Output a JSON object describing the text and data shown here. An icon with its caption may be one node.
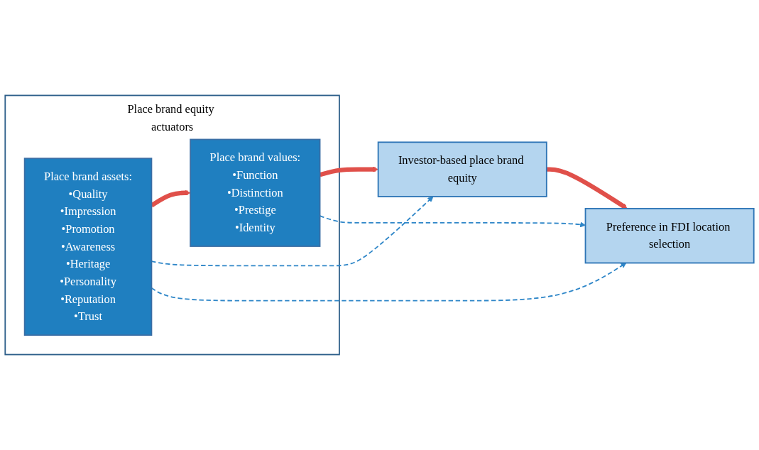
{
  "diagram": {
    "nodes": [
      {
        "text": [
          "Place brand equity actuators"
        ]
      },
      {
        "text": [
          "Place brand assets:",
          "•Quality",
          "•Impression",
          "•Promotion",
          "•Awareness",
          "•Heritage",
          "•Personality",
          "•Reputation",
          "•Trust"
        ],
        "in": 0
      },
      {
        "text": [
          "Place brand values:",
          "•Function",
          "•Distinction",
          "•Prestige",
          "•Identity"
        ],
        "in": 0
      },
      {
        "text": [
          "Investor-based place brand equity"
        ]
      },
      {
        "text": [
          "Preference in FDI location selection"
        ]
      }
    ],
    "edges": [
      {
        "from": 1,
        "to": 2,
        "arrow": "to",
        "style": "thick",
        "color": "#e0504a"
      },
      {
        "from": 2,
        "to": 3,
        "arrow": "to",
        "style": "thick",
        "color": "#e0504a"
      },
      {
        "from": 3,
        "to": 4,
        "arrow": "to",
        "style": "thick",
        "color": "#e0504a"
      },
      {
        "from": 1,
        "to": 3,
        "arrow": "to",
        "style": "dashed",
        "color": "#2e86c8"
      },
      {
        "from": 1,
        "to": 4,
        "arrow": "to",
        "style": "dashed",
        "color": "#2e86c8"
      },
      {
        "from": 2,
        "to": 4,
        "arrow": "to",
        "style": "dashed",
        "color": "#2e86c8"
      }
    ]
  }
}
